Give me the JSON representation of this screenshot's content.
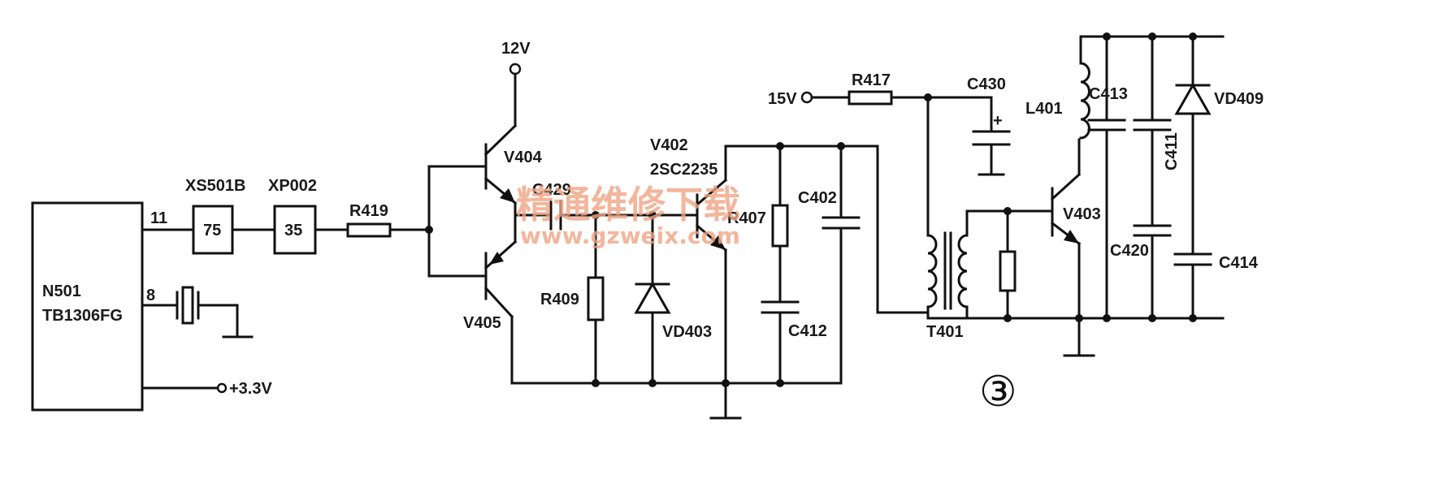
{
  "labels": {
    "n501": "N501",
    "tb1306": "TB1306FG",
    "pin11": "11",
    "pin8": "8",
    "xs501b": "XS501B",
    "xp002": "XP002",
    "v75": "75",
    "v35": "35",
    "r419": "R419",
    "v33": "+3.3V",
    "v12": "12V",
    "v404": "V404",
    "v405": "V405",
    "c429": "C429",
    "r409": "R409",
    "vd403": "VD403",
    "v402": "V402",
    "sc2235": "2SC2235",
    "r407": "R407",
    "c402": "C402",
    "c412": "C412",
    "v15": "15V",
    "r417": "R417",
    "c430": "C430",
    "t401": "T401",
    "l401": "L401",
    "c413": "C413",
    "c411": "C411",
    "vd409": "VD409",
    "v403": "V403",
    "c420": "C420",
    "c414": "C414",
    "circle3": "③"
  },
  "watermark": {
    "cn": "精通维修下载",
    "url": "www.gzweix.com"
  }
}
